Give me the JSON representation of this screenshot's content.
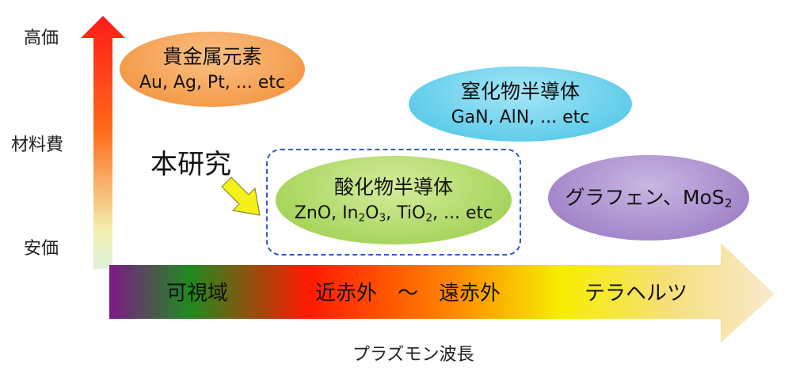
{
  "y_axis": {
    "label": "材料費",
    "top_label": "高価",
    "bottom_label": "安価"
  },
  "x_axis": {
    "label": "プラズモン波長",
    "bands": {
      "visible": "可視域",
      "ir": "近赤外　～　遠赤外",
      "thz": "テラヘルツ"
    }
  },
  "nodes": {
    "noble_metals": {
      "title": "貴金属元素",
      "examples": "Au, Ag, Pt, ... etc"
    },
    "nitrides": {
      "title": "窒化物半導体",
      "examples": "GaN, AlN, ... etc"
    },
    "oxides": {
      "title": "酸化物半導体",
      "ex_a": "ZnO, In",
      "ex_sub1": "2",
      "ex_b": "O",
      "ex_sub2": "3",
      "ex_c": ", TiO",
      "ex_sub3": "2",
      "ex_d": ", ... etc"
    },
    "graphene": {
      "title": "グラフェン、MoS",
      "sub": "2"
    }
  },
  "callout": {
    "label": "本研究"
  },
  "colors": {
    "noble_fill": "#f39a48",
    "nitride_fill": "#5ccbea",
    "oxide_fill": "#a6d45a",
    "graphene_fill": "#a284c9",
    "dashed_border": "#2f57d8",
    "callout_arrow": "#f5ef1a"
  }
}
